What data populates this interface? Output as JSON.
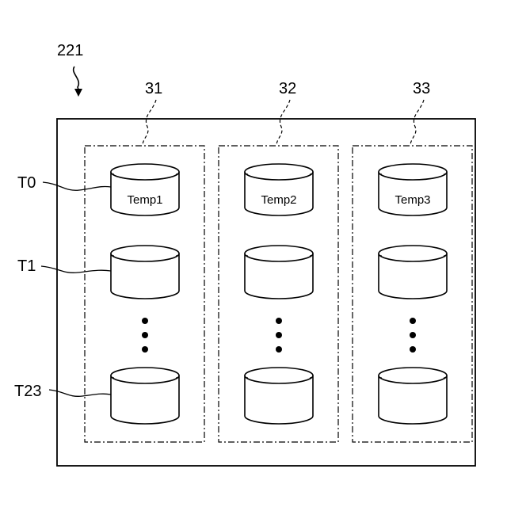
{
  "figure": {
    "ref_label": "221",
    "columns": [
      {
        "ref": "31",
        "top_cylinder_label": "Temp1"
      },
      {
        "ref": "32",
        "top_cylinder_label": "Temp2"
      },
      {
        "ref": "33",
        "top_cylinder_label": "Temp3"
      }
    ],
    "row_labels": [
      "T0",
      "T1",
      "T23"
    ]
  }
}
